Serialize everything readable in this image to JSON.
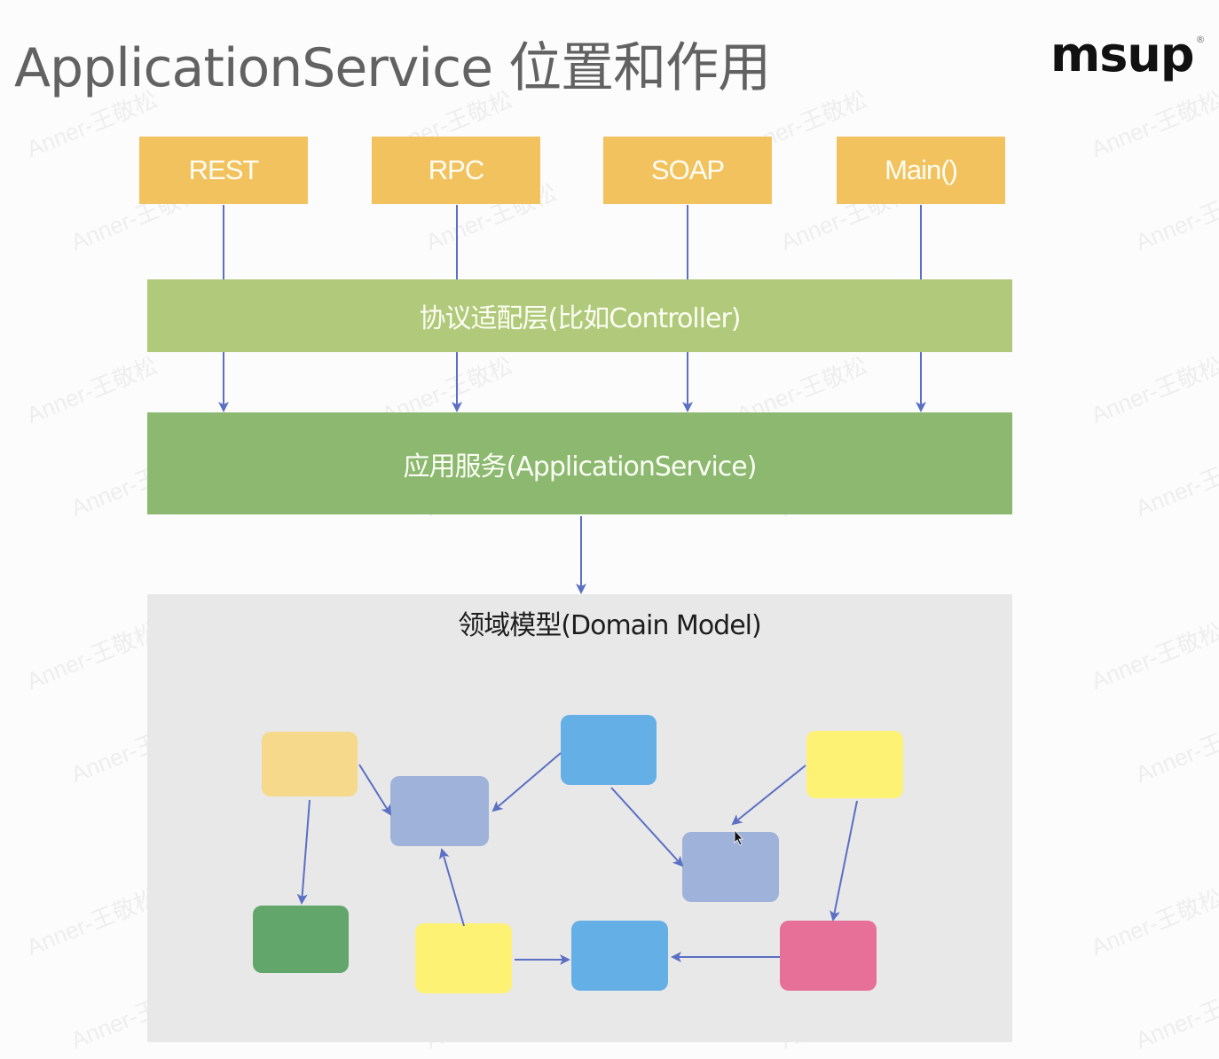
{
  "header": {
    "title": "ApplicationService 位置和作用",
    "logo_text": "msup",
    "logo_reg": "®"
  },
  "watermark": "Anner-王敬松",
  "protocols": [
    {
      "label": "REST"
    },
    {
      "label": "RPC"
    },
    {
      "label": "SOAP"
    },
    {
      "label": "Main()"
    }
  ],
  "layers": {
    "adapter": "协议适配层(比如Controller)",
    "application_service": "应用服务(ApplicationService)",
    "domain_model": "领域模型(Domain Model)"
  },
  "colors": {
    "protocol": "#f2c25e",
    "adapter": "#b1c97a",
    "application_service": "#8cb870",
    "domain_bg": "#e8e8e8",
    "arrow": "#5b6fc4"
  },
  "domain_nodes": [
    {
      "id": "n1",
      "color": "#f6d98b"
    },
    {
      "id": "n2",
      "color": "#9eb2da"
    },
    {
      "id": "n3",
      "color": "#64b0e6"
    },
    {
      "id": "n4",
      "color": "#fef275"
    },
    {
      "id": "n5",
      "color": "#9eb2da"
    },
    {
      "id": "n6",
      "color": "#63a66b"
    },
    {
      "id": "n7",
      "color": "#fef275"
    },
    {
      "id": "n8",
      "color": "#64b0e6"
    },
    {
      "id": "n9",
      "color": "#e67097"
    }
  ],
  "domain_edges": [
    {
      "from": "n1",
      "to": "n2"
    },
    {
      "from": "n3",
      "to": "n2"
    },
    {
      "from": "n1",
      "to": "n6"
    },
    {
      "from": "n7",
      "to": "n2"
    },
    {
      "from": "n3",
      "to": "n5"
    },
    {
      "from": "n4",
      "to": "n5"
    },
    {
      "from": "n4",
      "to": "n9"
    },
    {
      "from": "n7",
      "to": "n8"
    },
    {
      "from": "n9",
      "to": "n8"
    }
  ]
}
